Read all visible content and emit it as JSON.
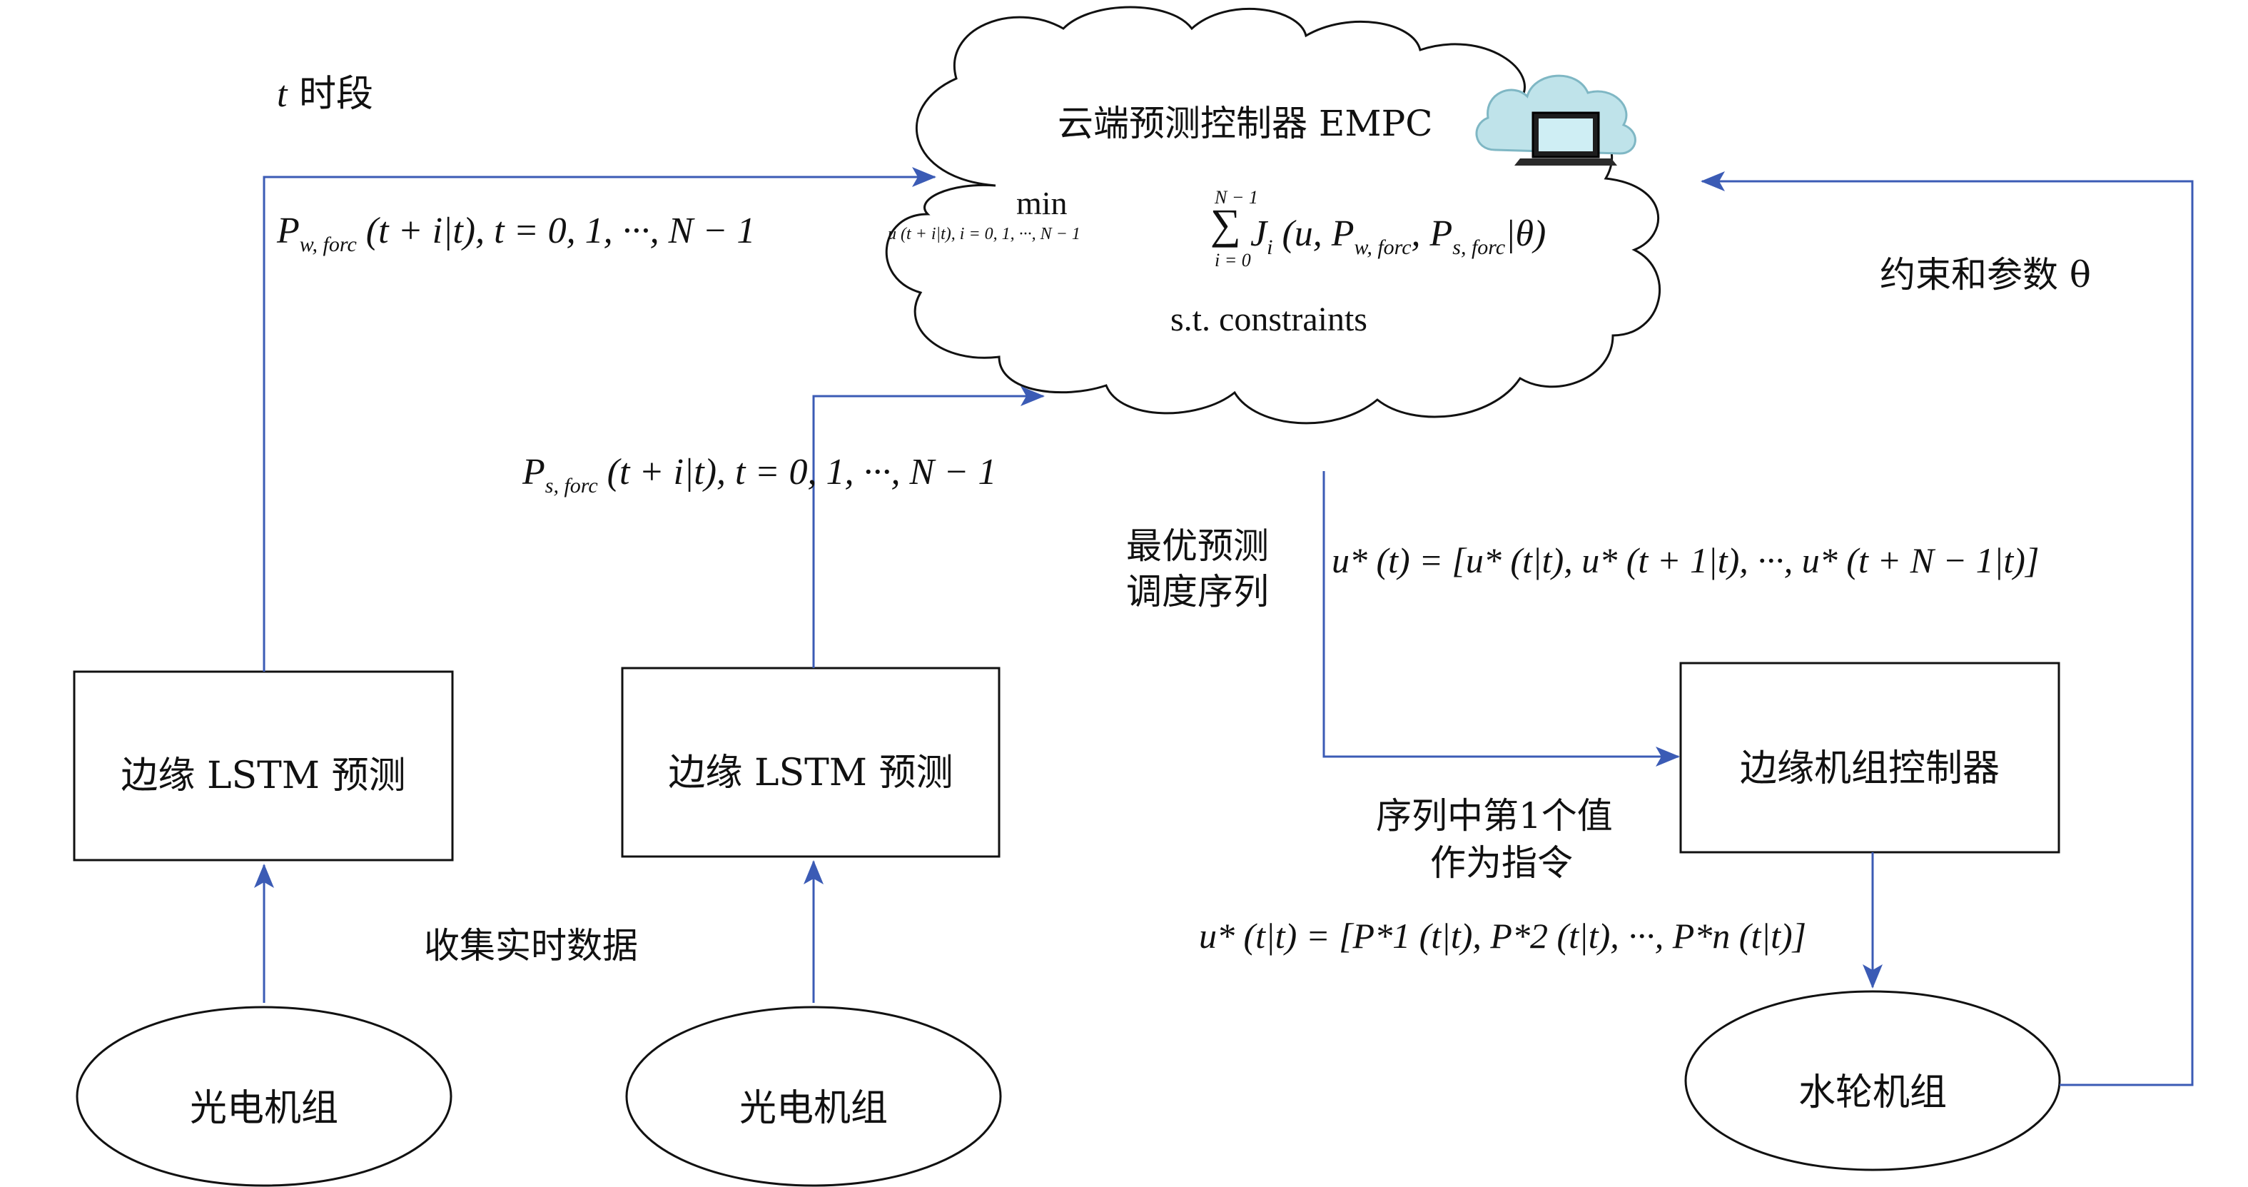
{
  "time_label": {
    "var": "t",
    "text": "时段"
  },
  "cloud": {
    "title": "云端预测控制器 EMPC",
    "objective": {
      "min": "min",
      "min_sub": "u (t + i|t), i = 0, 1, ···, N − 1",
      "sum_top": "N − 1",
      "sum_bottom": "i = 0",
      "sum_symbol": "∑",
      "J": "J",
      "J_sub": "i",
      "args_a": "(u, P",
      "args_a_sub": "w, forc",
      "args_b": ", P",
      "args_b_sub": "s, forc",
      "args_c": "|θ)"
    },
    "constraints": "s.t. constraints",
    "icon": "cloud-laptop-icon"
  },
  "wind_forecast": {
    "P": "P",
    "sub": "w, forc",
    "rest": "(t + i|t), t = 0, 1, ···, N − 1"
  },
  "solar_forecast": {
    "P": "P",
    "sub": "s, forc",
    "rest": "(t + i|t), t = 0, 1, ···, N − 1"
  },
  "constraints_params": "约束和参数 θ",
  "optimal_sequence_label": [
    "最优预测",
    "调度序列"
  ],
  "optimal_sequence_eq": "u* (t) = [u* (t|t), u* (t + 1|t), ···, u* (t + N − 1|t)]",
  "first_value_label": [
    "序列中第1个值",
    "作为指令"
  ],
  "command_eq": "u* (t|t) = [P*1 (t|t), P*2 (t|t), ···, P*n (t|t)]",
  "collect_label": "收集实时数据",
  "boxes": {
    "lstm_left": "边缘 LSTM 预测",
    "lstm_right": "边缘 LSTM 预测",
    "edge_controller": "边缘机组控制器"
  },
  "ellipses": {
    "pv_left": "光电机组",
    "pv_right": "光电机组",
    "hydro": "水轮机组"
  },
  "colors": {
    "arrow": "#3b5bb5",
    "stroke": "#111111",
    "cloud_icon": "#bfe3ea"
  }
}
